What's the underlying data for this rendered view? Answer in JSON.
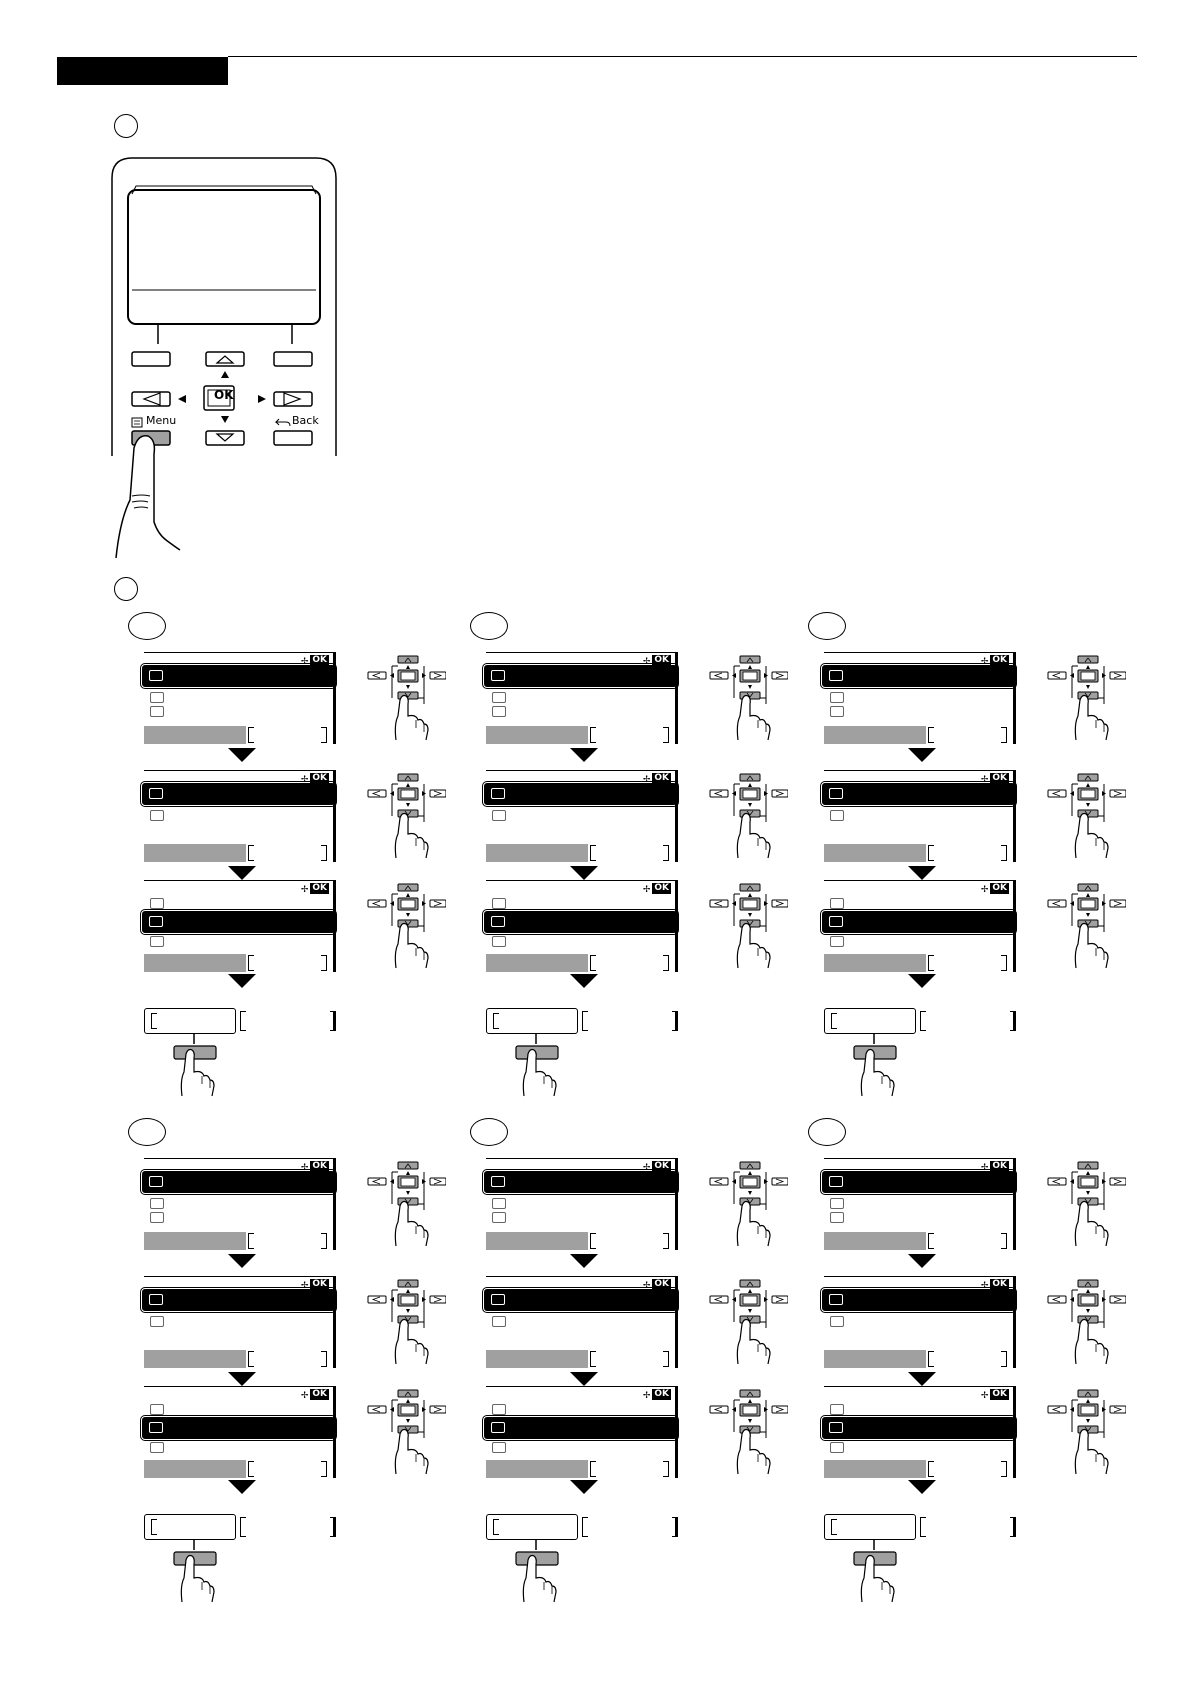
{
  "panel": {
    "ok_label": "OK",
    "menu_label": "Menu",
    "back_label": "Back"
  },
  "icons": [
    "menu-icon",
    "back-icon",
    "ok-icon",
    "arrow-up-icon",
    "arrow-down-icon",
    "arrow-left-icon",
    "arrow-right-icon",
    "finger-press-icon"
  ],
  "screens": {
    "ok_label": "OK"
  },
  "columns": [
    {
      "group": "top",
      "index": 1
    },
    {
      "group": "top",
      "index": 2
    },
    {
      "group": "top",
      "index": 3
    },
    {
      "group": "bottom",
      "index": 1
    },
    {
      "group": "bottom",
      "index": 2
    },
    {
      "group": "bottom",
      "index": 3
    }
  ]
}
